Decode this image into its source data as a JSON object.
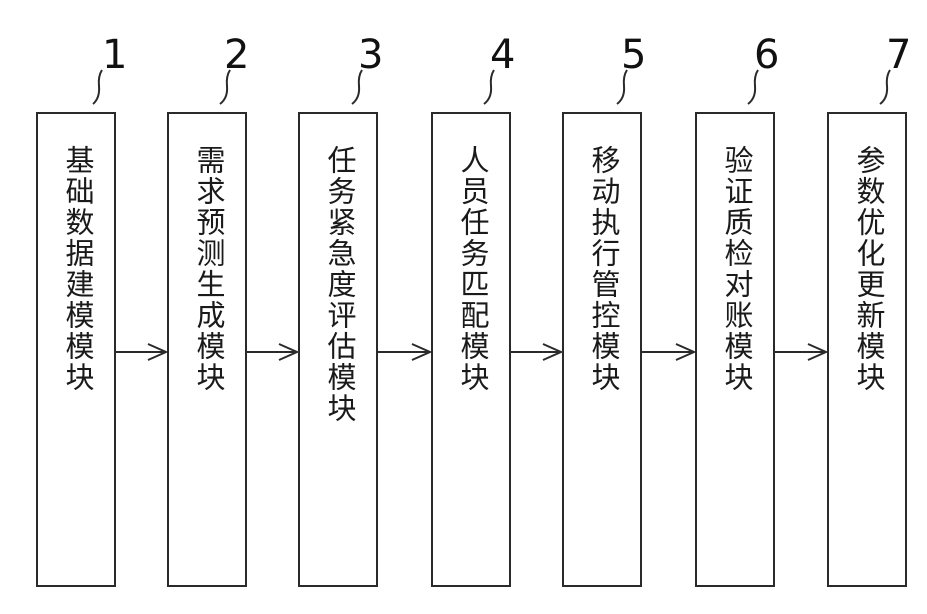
{
  "diagram": {
    "modules": [
      {
        "number": "1",
        "label": "基础数据建模模块"
      },
      {
        "number": "2",
        "label": "需求预测生成模块"
      },
      {
        "number": "3",
        "label": "任务紧急度评估模块"
      },
      {
        "number": "4",
        "label": "人员任务匹配模块"
      },
      {
        "number": "5",
        "label": "移动执行管控模块"
      },
      {
        "number": "6",
        "label": "验证质检对账模块"
      },
      {
        "number": "7",
        "label": "参数优化更新模块"
      }
    ]
  }
}
